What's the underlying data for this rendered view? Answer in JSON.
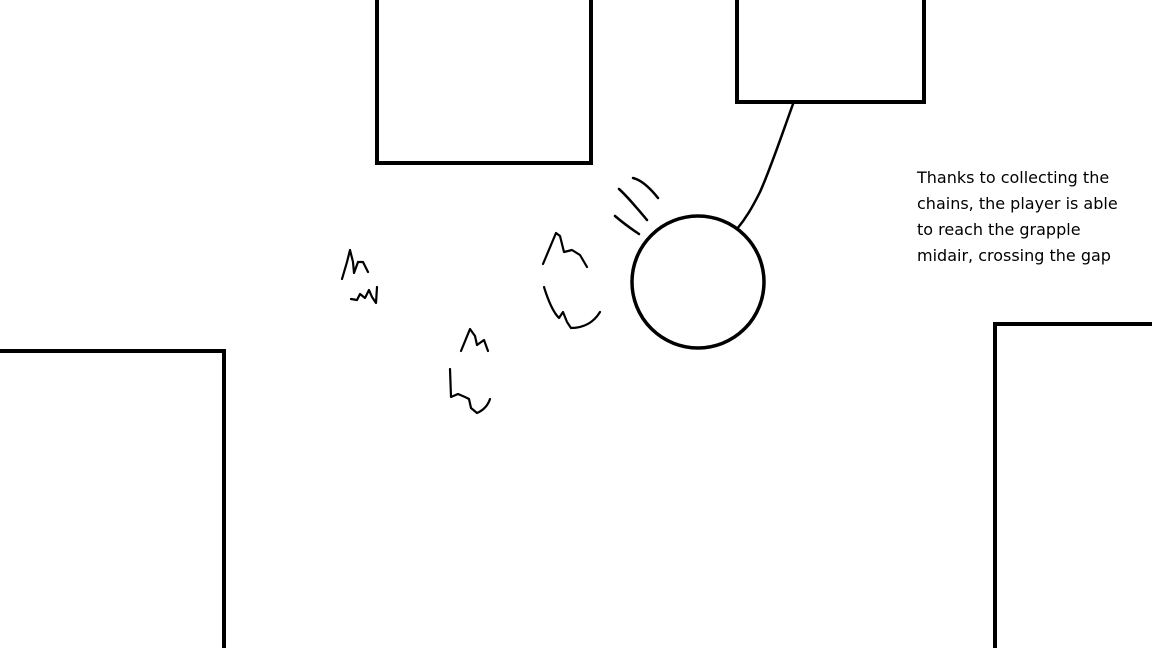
{
  "caption": {
    "lines": [
      "Thanks to collecting the",
      "chains, the player is able",
      "to reach the grapple",
      "midair, crossing the gap"
    ]
  },
  "colors": {
    "background": "#ffffff",
    "ink": "#000000"
  },
  "icons": {
    "player": "circle-outline",
    "grapple_chain": "line",
    "speed_marks": "wavy-lines",
    "motion_trail": "scribbles"
  }
}
